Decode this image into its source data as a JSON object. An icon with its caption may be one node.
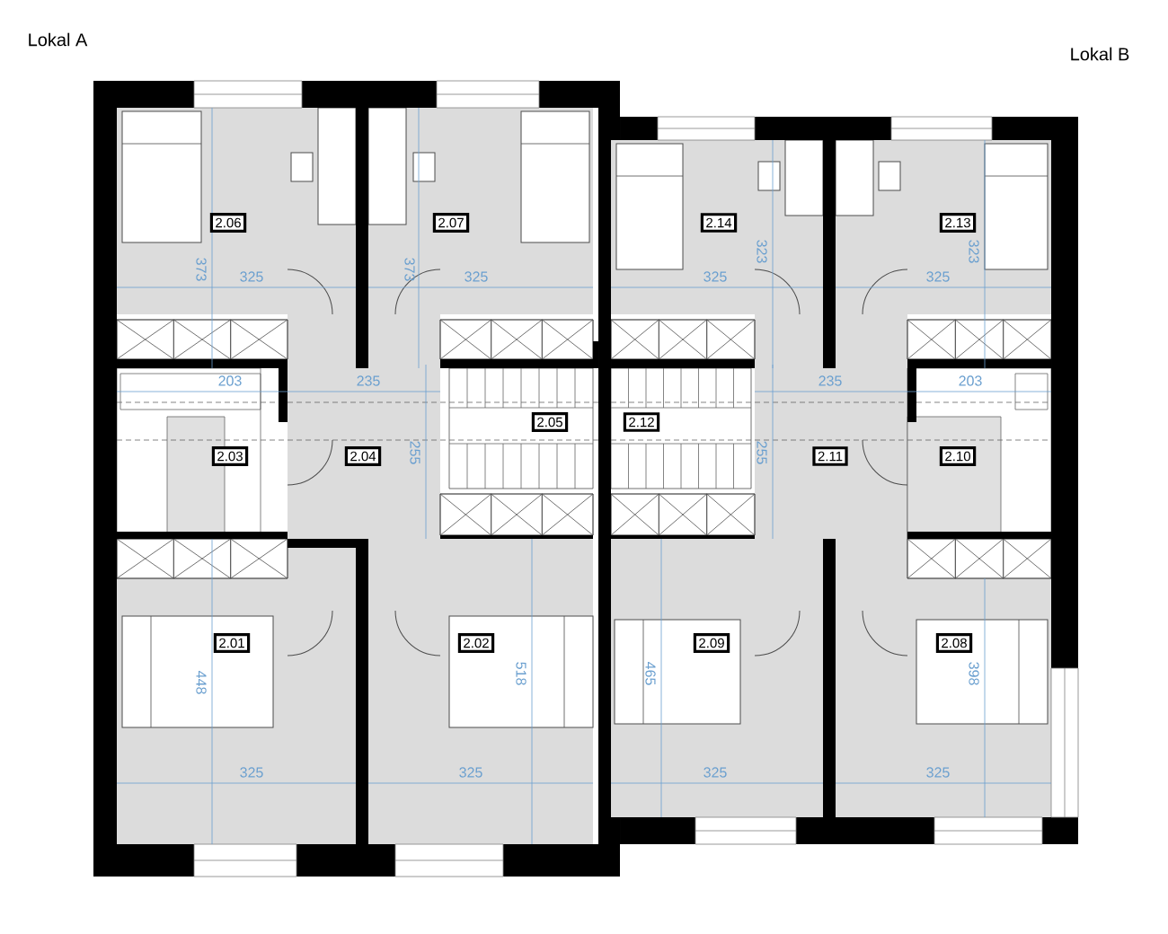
{
  "diagram": {
    "nodes": [
      {
        "text": [
          "2.06"
        ]
      },
      {
        "text": [
          "2.07"
        ]
      },
      {
        "text": [
          "2.14"
        ]
      },
      {
        "text": [
          "2.13"
        ]
      },
      {
        "text": [
          "2.05"
        ]
      },
      {
        "text": [
          "2.12"
        ]
      },
      {
        "text": [
          "2.03"
        ]
      },
      {
        "text": [
          "2.04"
        ]
      },
      {
        "text": [
          "2.11"
        ]
      },
      {
        "text": [
          "2.10"
        ]
      },
      {
        "text": [
          "2.01"
        ]
      },
      {
        "text": [
          "2.02"
        ]
      },
      {
        "text": [
          "2.09"
        ]
      },
      {
        "text": [
          "2.08"
        ]
      }
    ],
    "labels": [
      "Lokal A",
      "Lokal B",
      "373",
      "325",
      "373",
      "325",
      "325",
      "323",
      "325",
      "323",
      "203",
      "235",
      "255",
      "235",
      "255",
      "203",
      "448",
      "518",
      "465",
      "398",
      "325",
      "325",
      "325",
      "325"
    ]
  }
}
